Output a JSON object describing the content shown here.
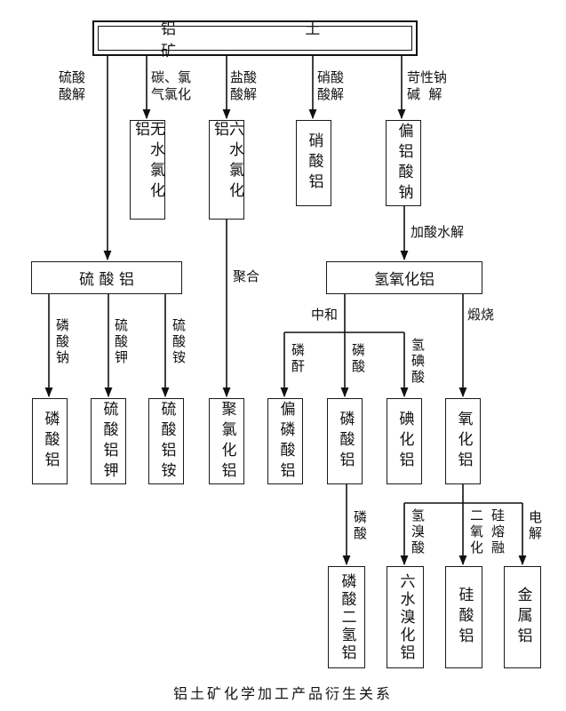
{
  "diagram": {
    "caption": "铝土矿化学加工产品衍生关系",
    "nodes": {
      "bauxite": "铝 土 矿",
      "anhydrous_alcl3": "无水氯化铝",
      "alcl3_hexahydrate": "六水氯化铝",
      "al_nitrate": "硝酸铝",
      "sodium_metaaluminate": "偏铝酸钠",
      "al_sulfate": "硫 酸 铝",
      "al_hydroxide": "氢氧化铝",
      "al_phosphate_1": "磷酸铝",
      "potassium_alum": "硫酸铝钾",
      "ammonium_alum": "硫酸铝铵",
      "polyaluminum_chloride": "聚氯化铝",
      "al_metaphosphate": "偏磷酸铝",
      "al_phosphate_2": "磷酸铝",
      "al_iodate": "碘化铝",
      "al_oxide": "氧化铝",
      "al_dihydrogen_phosphate": "磷酸二氢铝",
      "albr3_hexahydrate": "六水溴化铝",
      "al_silicate": "硅酸铝",
      "metal_al": "金属铝"
    },
    "edge_labels": {
      "sulfuric_hydrolysis": "硫酸\n酸解",
      "carbon_chlorination": "碳、氯\n气氯化",
      "hcl_hydrolysis": "盐酸\n酸解",
      "nitric_hydrolysis": "硝酸\n酸解",
      "caustic_hydrolysis": "苛性钠\n碱  解",
      "acid_hydrolysis": "加酸水解",
      "sodium_phosphate": "磷酸钠",
      "potassium_sulfate": "硫酸钾",
      "ammonium_sulfate": "硫酸铵",
      "polymerization": "聚合",
      "neutralization": "中和",
      "calcination": "煅烧",
      "phosphoric_anhydride": "磷酐",
      "phosphoric_acid_1": "磷酸",
      "iodic_acid": "氢碘酸",
      "phosphoric_acid_2": "磷酸",
      "hydrobromic_acid": "氢溴酸",
      "silica": "二氧化",
      "silicon_fusion": "硅熔融",
      "electrolysis": "电解"
    }
  }
}
